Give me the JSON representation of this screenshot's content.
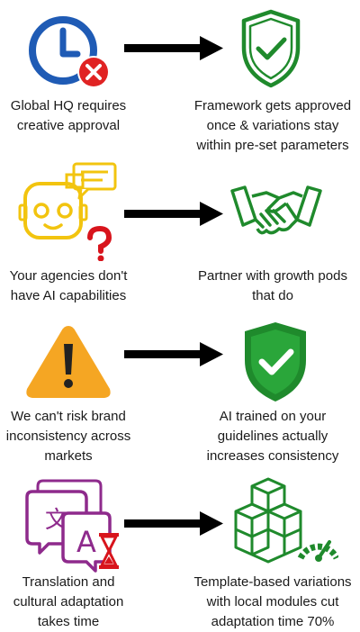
{
  "rows": [
    {
      "problem_lines": [
        "Global HQ requires",
        "creative approval"
      ],
      "solution_lines": [
        "Framework gets approved",
        "once & variations stay",
        "within pre-set parameters"
      ]
    },
    {
      "problem_lines": [
        "Your agencies don't",
        "have AI capabilities"
      ],
      "solution_lines": [
        "Partner with growth pods",
        "that do"
      ]
    },
    {
      "problem_lines": [
        "We can't risk brand",
        "inconsistency across",
        "markets"
      ],
      "solution_lines": [
        "AI trained on your",
        "guidelines actually",
        "increases consistency"
      ]
    },
    {
      "problem_lines": [
        "Translation and",
        "cultural adaptation",
        "takes time"
      ],
      "solution_lines": [
        "Template-based variations",
        "with local modules cut",
        "adaptation time 70%"
      ]
    }
  ],
  "icons": {
    "row1_problem": "clock-with-x-icon",
    "row1_solution": "shield-check-outline-icon",
    "row2_problem": "robot-speech-question-icon",
    "row2_solution": "handshake-icon",
    "row3_problem": "warning-triangle-icon",
    "row3_solution": "shield-check-filled-icon",
    "row4_problem": "translation-hourglass-icon",
    "row4_solution": "cubes-speed-gauge-icon",
    "arrow": "right-arrow-icon"
  },
  "colors": {
    "clock_blue": "#1f5bb5",
    "alert_red": "#e02323",
    "green": "#1f8a2c",
    "robot_yellow": "#f2c40f",
    "question_red": "#d8141c",
    "warning_orange": "#f5a623",
    "translate_purple": "#8e2a8c",
    "arrow_black": "#000000"
  }
}
